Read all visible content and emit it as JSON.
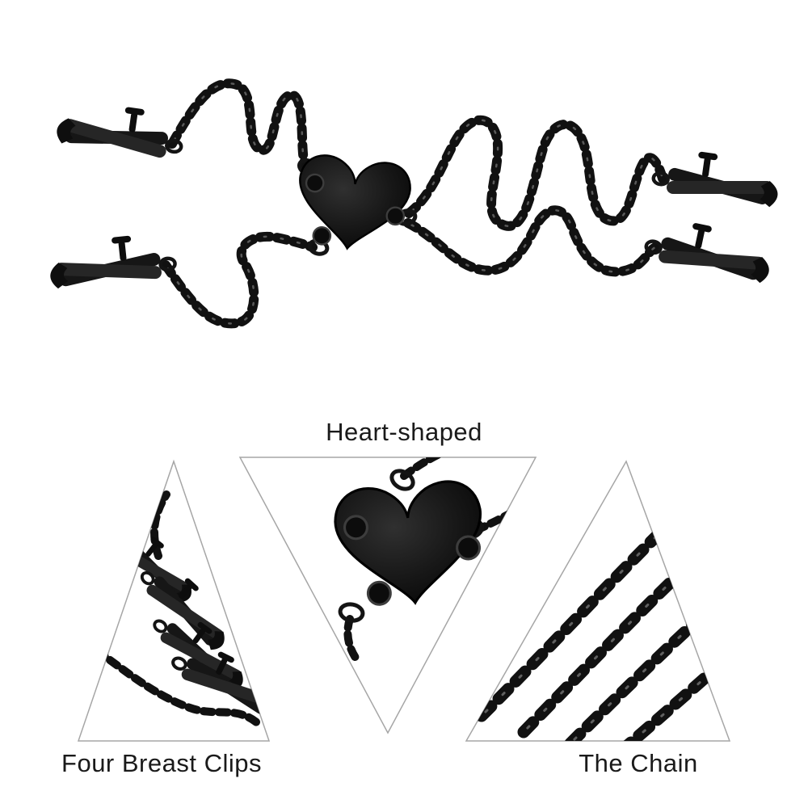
{
  "labels": {
    "heart_shaped": "Heart-shaped",
    "four_breast_clips": "Four Breast Clips",
    "the_chain": "The Chain"
  },
  "colors": {
    "background": "#ffffff",
    "chain_dark": "#111111",
    "label_text": "#1a1a1a",
    "triangle_border": "#a6a6a6",
    "heart_leather": "#141414"
  }
}
